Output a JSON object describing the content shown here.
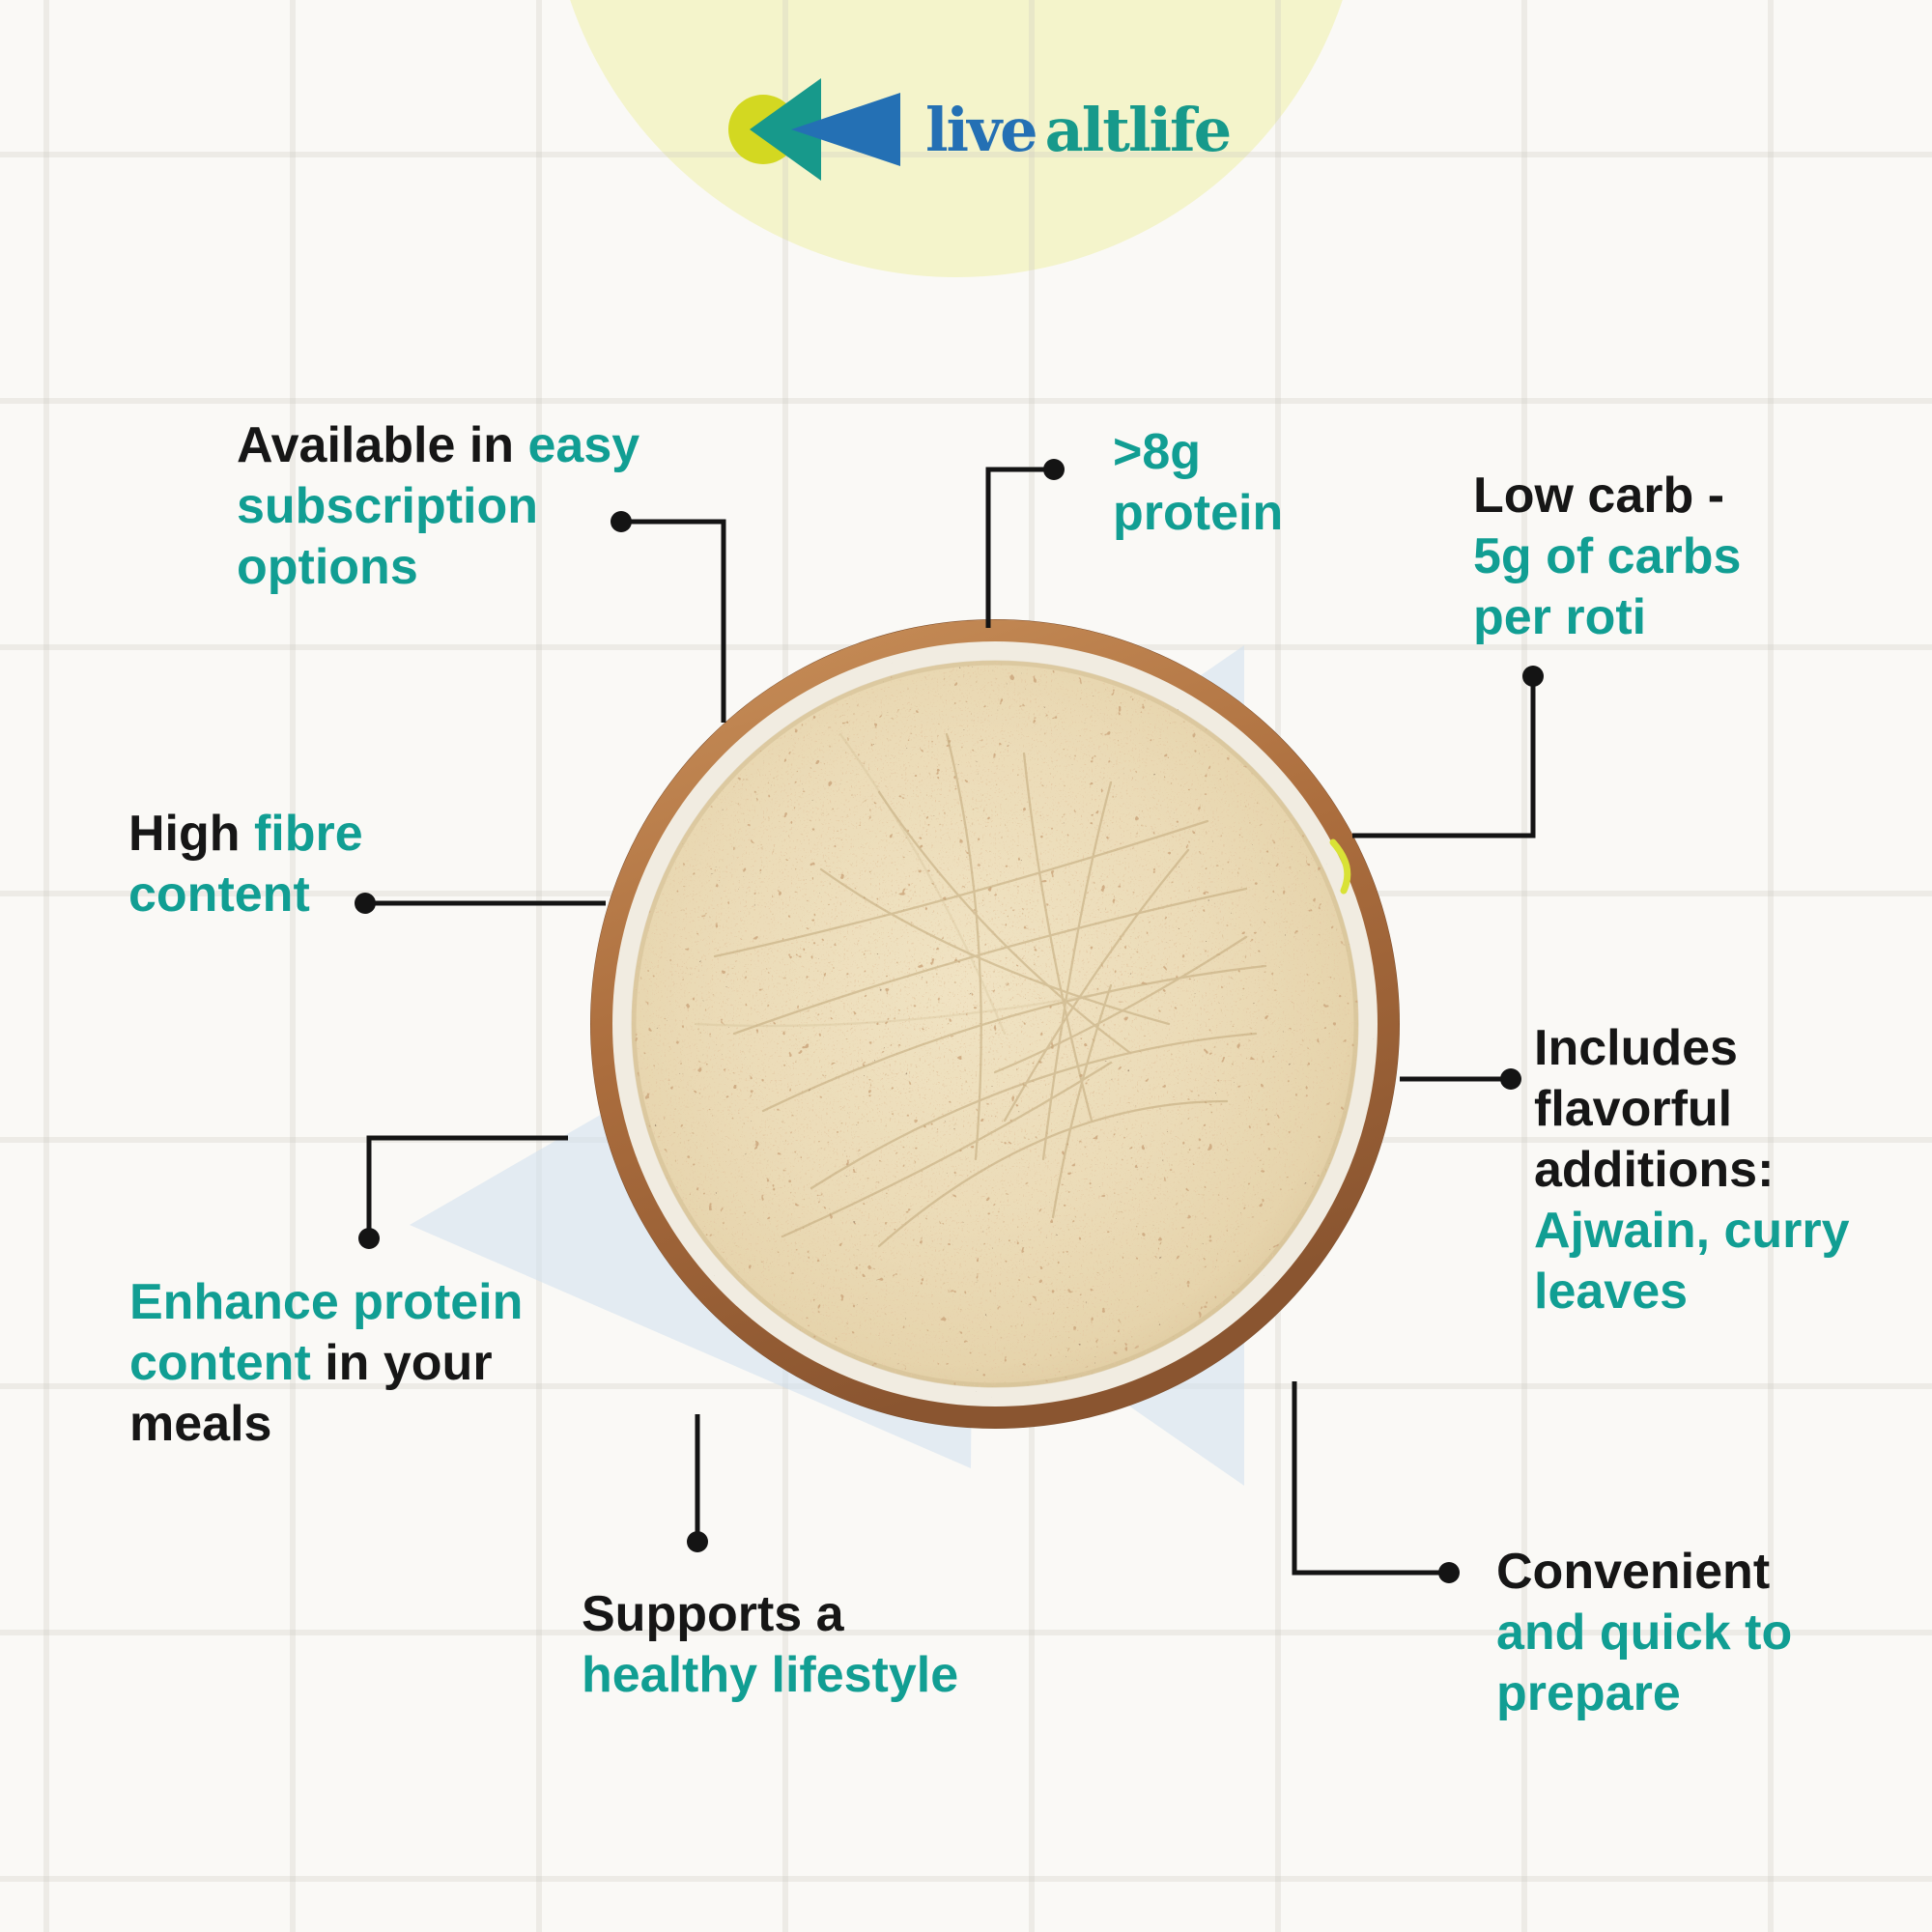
{
  "brand": {
    "name_first": "live",
    "name_second": "altlife",
    "logo_colors": {
      "blue": "#2470b4",
      "teal": "#17998b",
      "lime": "#d3d821",
      "backdrop_yellow": "#f4f4cb"
    }
  },
  "palette": {
    "teal_text": "#119e93",
    "dark_text": "#161616",
    "background": "#faf9f6",
    "watermark_blue": "#cfe0ef",
    "plate_copper": "#a96a3c",
    "roti_beige": "#ecdcba",
    "connector_black": "#141414"
  },
  "figure": {
    "alt": "roti on a copper-rimmed plate"
  },
  "callouts": {
    "available": {
      "lines": [
        {
          "segments": [
            {
              "text": "Available in ",
              "color": "dark"
            },
            {
              "text": "easy",
              "color": "teal"
            }
          ]
        },
        {
          "segments": [
            {
              "text": "subscription",
              "color": "teal"
            }
          ]
        },
        {
          "segments": [
            {
              "text": "options",
              "color": "teal"
            }
          ]
        }
      ]
    },
    "protein": {
      "lines": [
        {
          "segments": [
            {
              "text": ">8g",
              "color": "teal"
            }
          ]
        },
        {
          "segments": [
            {
              "text": "protein",
              "color": "teal"
            }
          ]
        }
      ]
    },
    "lowcarb": {
      "lines": [
        {
          "segments": [
            {
              "text": "Low carb -",
              "color": "dark"
            }
          ]
        },
        {
          "segments": [
            {
              "text": "5g of carbs",
              "color": "teal"
            }
          ]
        },
        {
          "segments": [
            {
              "text": "per roti",
              "color": "teal"
            }
          ]
        }
      ]
    },
    "fibre": {
      "lines": [
        {
          "segments": [
            {
              "text": "High ",
              "color": "dark"
            },
            {
              "text": "fibre",
              "color": "teal"
            }
          ]
        },
        {
          "segments": [
            {
              "text": "content",
              "color": "teal"
            }
          ]
        }
      ]
    },
    "enhance": {
      "lines": [
        {
          "segments": [
            {
              "text": "Enhance protein",
              "color": "teal"
            }
          ]
        },
        {
          "segments": [
            {
              "text": "content ",
              "color": "teal"
            },
            {
              "text": "in your",
              "color": "dark"
            }
          ]
        },
        {
          "segments": [
            {
              "text": "meals",
              "color": "dark"
            }
          ]
        }
      ]
    },
    "supports": {
      "lines": [
        {
          "segments": [
            {
              "text": "Supports a",
              "color": "dark"
            }
          ]
        },
        {
          "segments": [
            {
              "text": "healthy lifestyle",
              "color": "teal"
            }
          ]
        }
      ]
    },
    "includes": {
      "lines": [
        {
          "segments": [
            {
              "text": "Includes",
              "color": "dark"
            }
          ]
        },
        {
          "segments": [
            {
              "text": "flavorful",
              "color": "dark"
            }
          ]
        },
        {
          "segments": [
            {
              "text": "additions:",
              "color": "dark"
            }
          ]
        },
        {
          "segments": [
            {
              "text": "Ajwain, curry",
              "color": "teal"
            }
          ]
        },
        {
          "segments": [
            {
              "text": "leaves",
              "color": "teal"
            }
          ]
        }
      ]
    },
    "convenient": {
      "lines": [
        {
          "segments": [
            {
              "text": "Convenient",
              "color": "dark"
            }
          ]
        },
        {
          "segments": [
            {
              "text": "and quick to",
              "color": "teal"
            }
          ]
        },
        {
          "segments": [
            {
              "text": "prepare",
              "color": "teal"
            }
          ]
        }
      ]
    }
  }
}
